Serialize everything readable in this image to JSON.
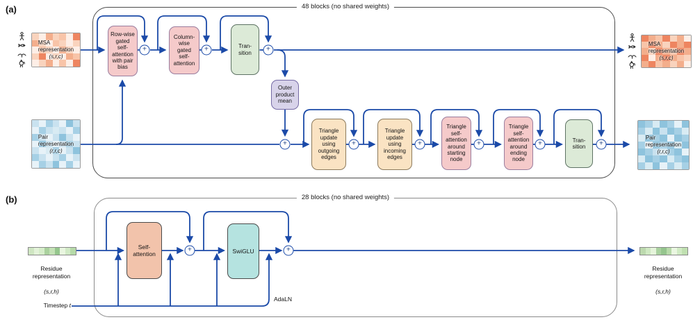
{
  "symbols": {
    "plus": "+"
  },
  "colors": {
    "arrow": "#1b4aa8",
    "plus_color": "#14387f",
    "frame_a_border": "#4a4a4a",
    "frame_b_border": "#8a8a8a",
    "attention_fill": "#f5caca",
    "attention_border": "#9a7d9e",
    "transition_fill": "#dcead7",
    "transition_border": "#5d7263",
    "outer_fill": "#d8d3ea",
    "outer_border": "#756aa5",
    "triangle_fill": "#fae3c3",
    "triangle_border": "#8c7a5c",
    "self_attention_fill": "#f2c3ab",
    "self_attention_border": "#4a4a4a",
    "swiglu_fill": "#b5e3e0",
    "swiglu_border": "#4a4a4a",
    "msa_palette": [
      "#fdeee6",
      "#f9d3bd",
      "#f3ae8c",
      "#ee8560",
      "#f8c4a8"
    ],
    "pair_palette": [
      "#e7f2f8",
      "#c9e2ef",
      "#a6d0e5",
      "#8ec3dd",
      "#d8ebf3"
    ],
    "residue_in_cells": [
      "#cfe6c2",
      "#e3f2d9",
      "#d6edca",
      "#aad19e",
      "#c4e2b6",
      "#95c68d",
      "#e9f6e0",
      "#d1eac6",
      "#b6daa8"
    ],
    "residue_out_cells": [
      "#bcd9ae",
      "#d0e9c3",
      "#e5f4db",
      "#aad1a0",
      "#95c58d",
      "#b8daaa",
      "#eaf7e1",
      "#d1ebc5",
      "#c0e0b1"
    ]
  },
  "icons": {
    "organisms": [
      "human",
      "fish",
      "bird",
      "rooster"
    ]
  },
  "panel_a": {
    "label": "(a)",
    "header": "48 blocks (no shared weights)",
    "msa_in": {
      "name": "MSA\nrepresentation",
      "dims": "(s,r,c)"
    },
    "msa_out": {
      "name": "MSA\nrepresentation",
      "dims": "(s,r,c)"
    },
    "pair_in": {
      "name": "Pair\nrepresentation",
      "dims": "(r,r,c)"
    },
    "pair_out": {
      "name": "Pair\nrepresentation",
      "dims": "(r,r,c)"
    },
    "boxes": {
      "row_attention": "Row-wise\ngated\nself-\nattention\nwith pair\nbias",
      "col_attention": "Column-\nwise\ngated\nself-\nattention",
      "transition_msa": "Tran-\nsition",
      "outer_product": "Outer\nproduct\nmean",
      "tri_outgoing": "Triangle\nupdate\nusing\noutgoing\nedges",
      "tri_incoming": "Triangle\nupdate\nusing\nincoming\nedges",
      "tri_start": "Triangle\nself-\nattention\naround\nstarting\nnode",
      "tri_end": "Triangle\nself-\nattention\naround\nending\nnode",
      "transition_pair": "Tran-\nsition"
    }
  },
  "panel_b": {
    "label": "(b)",
    "header": "28 blocks (no shared weights)",
    "residue_in": {
      "name": "Residue\nrepresentation",
      "dims": "(s,r,h)"
    },
    "residue_out": {
      "name": "Residue\nrepresentation",
      "dims": "(s,r,h)"
    },
    "boxes": {
      "self_attention": "Self-\nattention",
      "swiglu": "SwiGLU"
    },
    "adaln_label": "AdaLN",
    "timestep": {
      "prefix": "Timestep ",
      "var": "t"
    }
  }
}
